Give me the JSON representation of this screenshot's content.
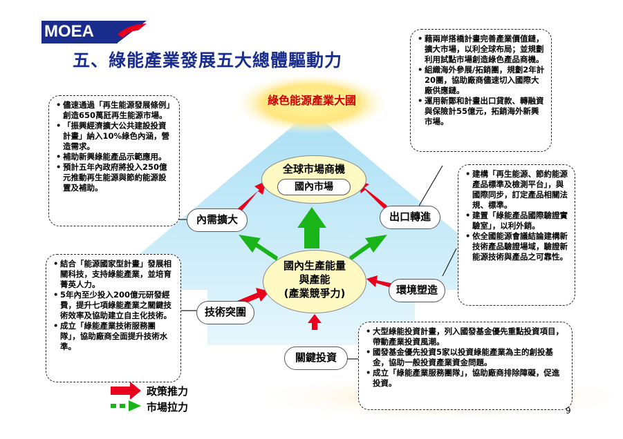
{
  "logo": {
    "text": "MOEA"
  },
  "title": "五、綠能產業發展五大總體驅動力",
  "top_label": "綠色能源產業大國",
  "market": {
    "outer": "全球市場商機",
    "inner": "國內市場"
  },
  "center": {
    "line1": "國內生產能量",
    "line2": "與產能",
    "line3": "(產業競爭力)"
  },
  "nodes": {
    "domestic_demand": "內需擴大",
    "export": "出口轉進",
    "tech": "技術突圍",
    "environment": "環境塑造",
    "investment": "關鍵投資"
  },
  "notes": {
    "top_left": [
      "儘速通過「再生能源發展條例」創造650萬瓩再生能源市場。",
      "「振興經濟擴大公共建設投資計畫」納入10%綠色內涵，營造需求。",
      "補助新興綠能產品示範應用。",
      "預計五年內政府將投入250億元推動再生能源與節約能源設置及補助。"
    ],
    "top_right": [
      "藉兩岸搭橋計畫完善產業價值鏈，擴大市場，以利全球布局；並規劃利用試點市場創造綠色產品商機。",
      "組織海外參展/拓銷團，規劃2年計20團，協助廠商儘速切入國際大廠供應鏈。",
      "運用新鄭和計畫出口貸款、轉融資與保險計55億元，拓銷海外新興市場。"
    ],
    "mid_right": [
      "建構「再生能源、節約能源產品標準及檢測平台」，與國際同步，訂定產品相關法規、標準。",
      "建置「綠能產品國際驗證實驗室」，以利外銷。",
      "依全國能源會議結論建構新技術產品驗證場域，驗證新能源技術與產品之可靠性。"
    ],
    "bottom_left": [
      "結合「能源國家型計畫」發展相關科技，支持綠能產業，並培育菁英人力。",
      "5年內至少投入200億元研發經費，提升七項綠能產業之關鍵技術效率及協助建立自主化技術。",
      "成立「綠能產業技術服務團隊」，協助廠商全面提升技術水準。"
    ],
    "bottom_right": [
      "大型綠能投資計畫，列入國發基金優先重點投資項目，帶動產業投資風潮。",
      "國發基金優先投資5家以投資綠能產業為主的創投基金，協助一般投資產業資金問題。",
      "成立「綠能產業服務團隊」，協助廠商排除障礙，促進投資。"
    ]
  },
  "legend": {
    "policy": "政策推力",
    "market": "市場拉力"
  },
  "colors": {
    "policy": "#e8001c",
    "market": "#18b418",
    "title": "#1a2d8c",
    "ellipse": "#fff9c4"
  },
  "page_number": "9"
}
